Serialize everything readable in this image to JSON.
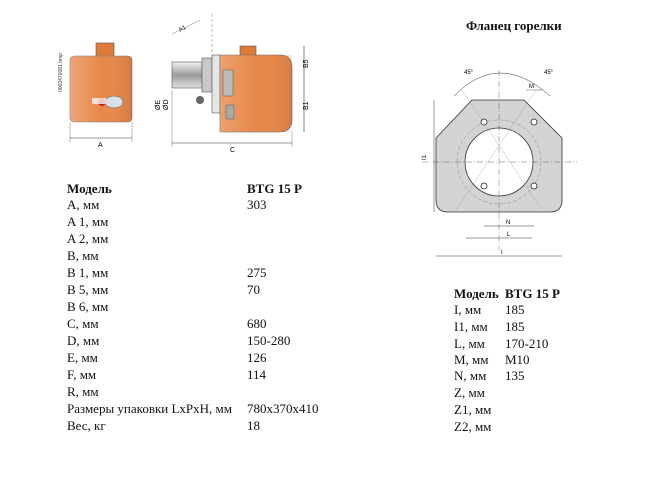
{
  "drawing": {
    "dim_a": "A",
    "dim_c": "C",
    "dim_b5": "B5",
    "dim_b1": "B1",
    "dim_d": "ØD",
    "dim_e": "ØE",
    "dim_a1": "A1",
    "vertical_code": "0002470081.bmp"
  },
  "flange": {
    "title": "Фланец горелки",
    "angle_left": "45°",
    "angle_right": "45°",
    "dim_m": "M",
    "dim_i1": "I1",
    "dim_n": "N",
    "dim_l": "L",
    "dim_i": "I"
  },
  "left_table": {
    "header_label": "Модель",
    "header_value": "BTG 15 P",
    "rows": [
      {
        "label": "A, мм",
        "value": "303"
      },
      {
        "label": "A 1, мм",
        "value": ""
      },
      {
        "label": "A 2, мм",
        "value": ""
      },
      {
        "label": "B, мм",
        "value": ""
      },
      {
        "label": "B 1, мм",
        "value": "275"
      },
      {
        "label": "B 5, мм",
        "value": "70"
      },
      {
        "label": "B 6, мм",
        "value": ""
      },
      {
        "label": "C, мм",
        "value": "680"
      },
      {
        "label": "D, мм",
        "value": "150-280"
      },
      {
        "label": "E, мм",
        "value": "126"
      },
      {
        "label": "F, мм",
        "value": "114"
      },
      {
        "label": "R, мм",
        "value": ""
      },
      {
        "label": "Размеры упаковки LxPxH, мм",
        "value": "780x370x410"
      },
      {
        "label": "Вес, кг",
        "value": "18"
      }
    ]
  },
  "right_table": {
    "header_label": "Модель",
    "header_value": "BTG 15 P",
    "rows": [
      {
        "label": "I, мм",
        "value": "185"
      },
      {
        "label": "I1, мм",
        "value": "185"
      },
      {
        "label": "L, мм",
        "value": "170-210"
      },
      {
        "label": "M, мм",
        "value": "M10"
      },
      {
        "label": "N, мм",
        "value": "135"
      },
      {
        "label": "Z, мм",
        "value": ""
      },
      {
        "label": "Z1, мм",
        "value": ""
      },
      {
        "label": "Z2, мм",
        "value": ""
      }
    ]
  }
}
